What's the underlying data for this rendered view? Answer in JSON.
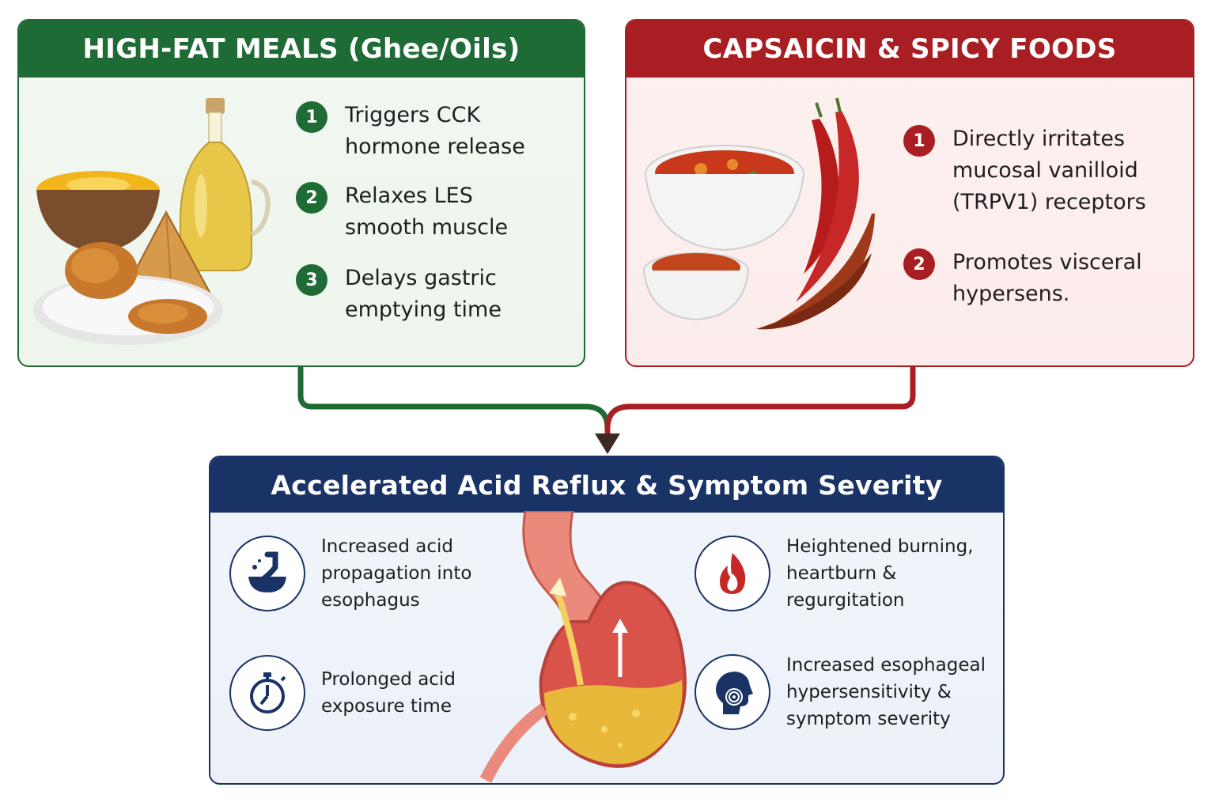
{
  "fat_panel": {
    "title": "HIGH-FAT MEALS (Ghee/Oils)",
    "points": [
      {
        "number": "1",
        "text": "Triggers CCK\nhormone release"
      },
      {
        "number": "2",
        "text": "Relaxes LES\nsmooth muscle"
      },
      {
        "number": "3",
        "text": "Delays gastric\nemptying time"
      }
    ],
    "color": "#1f6b35"
  },
  "spicy_panel": {
    "title": "CAPSAICIN & SPICY FOODS",
    "points": [
      {
        "number": "1",
        "text": "Directly irritates\nmucosal vanilloid\n(TRPV1) receptors"
      },
      {
        "number": "2",
        "text": "Promotes visceral\nhypersens."
      }
    ],
    "color": "#a81e22"
  },
  "result_panel": {
    "title": "Accelerated Acid Reflux & Symptom Severity",
    "color": "#1a3366",
    "effects": [
      {
        "icon": "acid-splash-icon",
        "text": "Increased acid\npropagation into\nesophagus"
      },
      {
        "icon": "stopwatch-icon",
        "text": "Prolonged acid\nexposure time"
      },
      {
        "icon": "flame-icon",
        "text": "Heightened burning,\nheartburn & regurgitation"
      },
      {
        "icon": "head-sensitivity-icon",
        "text": "Increased esophageal\nhypersensitivity &\nsymptom severity"
      }
    ]
  }
}
